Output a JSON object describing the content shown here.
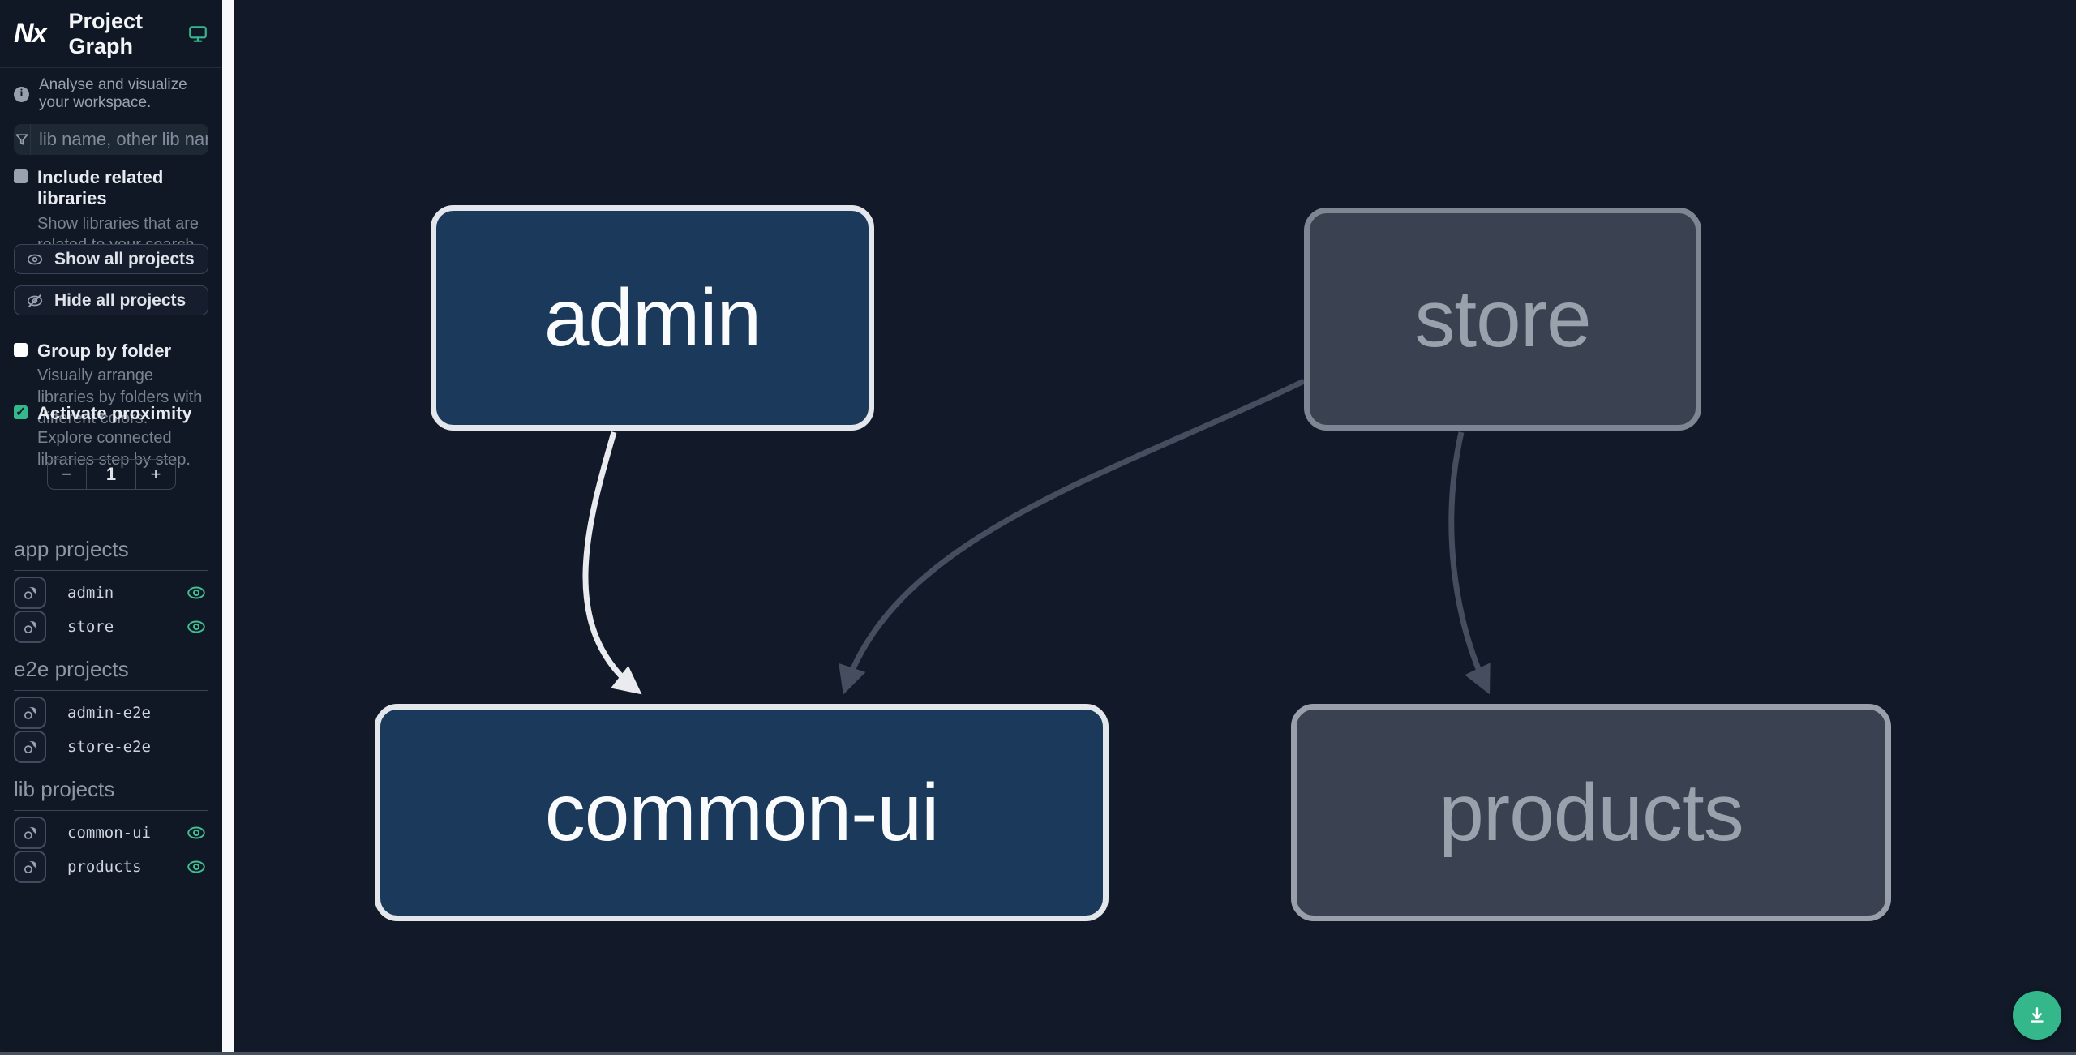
{
  "app": {
    "logo_text": "Nx",
    "title": "Project Graph"
  },
  "sidebar": {
    "tagline": "Analyse and visualize your workspace.",
    "filter": {
      "placeholder": "lib name, other lib name"
    },
    "options": [
      {
        "label": "Include related libraries",
        "description": "Show libraries that are related to your search.",
        "checked": false
      },
      {
        "label": "Group by folder",
        "description": "Visually arrange libraries by folders with different colors.",
        "checked": false
      },
      {
        "label": "Activate proximity",
        "description": "Explore connected libraries step by step.",
        "checked": true
      }
    ],
    "buttons": [
      {
        "label": "Show all projects",
        "icon": "eye-icon"
      },
      {
        "label": "Hide all projects",
        "icon": "eye-off-icon"
      }
    ],
    "proximity_stepper": {
      "decrement": "−",
      "value": "1",
      "increment": "+"
    },
    "sections": [
      {
        "heading": "app projects",
        "items": [
          {
            "name": "admin",
            "visible": true
          },
          {
            "name": "store",
            "visible": true
          }
        ]
      },
      {
        "heading": "e2e projects",
        "items": [
          {
            "name": "admin-e2e",
            "visible": false
          },
          {
            "name": "store-e2e",
            "visible": false
          }
        ]
      },
      {
        "heading": "lib projects",
        "items": [
          {
            "name": "common-ui",
            "visible": true
          },
          {
            "name": "products",
            "visible": true
          }
        ]
      }
    ]
  },
  "graph": {
    "nodes": [
      {
        "label": "admin",
        "state": "focused"
      },
      {
        "label": "store",
        "state": "faded"
      },
      {
        "label": "common-ui",
        "state": "focused"
      },
      {
        "label": "products",
        "state": "faded"
      }
    ],
    "edges": [
      {
        "from": "admin",
        "to": "common-ui",
        "style": "highlighted"
      },
      {
        "from": "store",
        "to": "common-ui",
        "style": "faded"
      },
      {
        "from": "store",
        "to": "products",
        "style": "faded"
      }
    ]
  },
  "fab": {
    "icon": "download-icon"
  },
  "colors": {
    "accent_teal": "#35b78c",
    "canvas_bg": "#121a29",
    "sidebar_bg": "#101826",
    "node_focused_fill": "#1b3a5b",
    "node_focused_border": "#e3e6ea",
    "node_faded_fill": "#3a4150",
    "node_faded_border": "#7e8694",
    "edge_highlighted": "#e9ebee",
    "edge_faded": "#454d5e",
    "scrollbar_track": "#f8f9fa"
  }
}
